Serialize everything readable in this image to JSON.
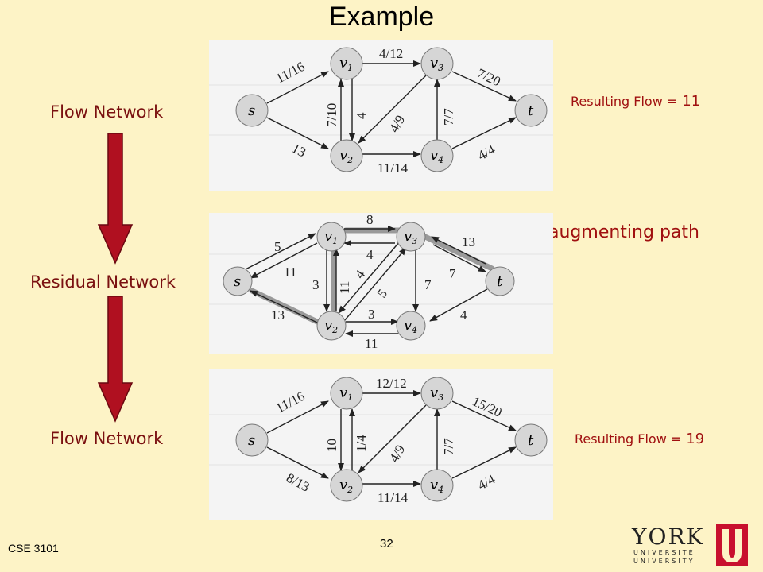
{
  "slide": {
    "title": "Example",
    "footer_course": "CSE 3101",
    "page_number": "32"
  },
  "labels": {
    "flow_network_top": "Flow Network",
    "residual_network": "Residual Network",
    "flow_network_bottom": "Flow Network",
    "resulting_flow_prefix": "Resulting Flow =",
    "resulting_flow_top_value": "11",
    "resulting_flow_bottom_value": "19",
    "augmenting_path": "augmenting path"
  },
  "logo": {
    "wordmark": "YORK",
    "line1": "UNIVERSITÉ",
    "line2": "UNIVERSITY",
    "monogram": "U"
  },
  "colors": {
    "background": "#fdf3c6",
    "label_red": "#a01010",
    "arrow_red": "#b01020",
    "node_fill": "#d6d6d6",
    "path_highlight": "#9a9a9a"
  },
  "graphs": {
    "flow_top": {
      "edges": {
        "s_v1": "11/16",
        "s_v2": "13",
        "v2_v1": "7/10",
        "v1_v2": "4",
        "v1_v3": "4/12",
        "v3_v2": "4/9",
        "v2_v4": "11/14",
        "v4_v3": "7/7",
        "v3_t": "7/20",
        "v4_t": "4/4"
      }
    },
    "residual": {
      "edges": {
        "s_v1": "5",
        "v1_s": "11",
        "v2_s": "13",
        "v1_v3": "8",
        "v3_v1": "4",
        "v1_v2": "3",
        "v2_v1": "11",
        "v3_v2": "4",
        "v2_v3": "5",
        "v3_v4": "7",
        "v2_v4": "3",
        "v4_v2": "11",
        "t_v3": "13",
        "v3_t": "7",
        "t_v4": "4"
      }
    },
    "flow_bottom": {
      "edges": {
        "s_v1": "11/16",
        "s_v2": "8/13",
        "v1_v2": "10",
        "v2_v1": "1/4",
        "v1_v3": "12/12",
        "v3_v2": "4/9",
        "v2_v4": "11/14",
        "v4_v3": "7/7",
        "v3_t": "15/20",
        "v4_t": "4/4"
      }
    }
  }
}
